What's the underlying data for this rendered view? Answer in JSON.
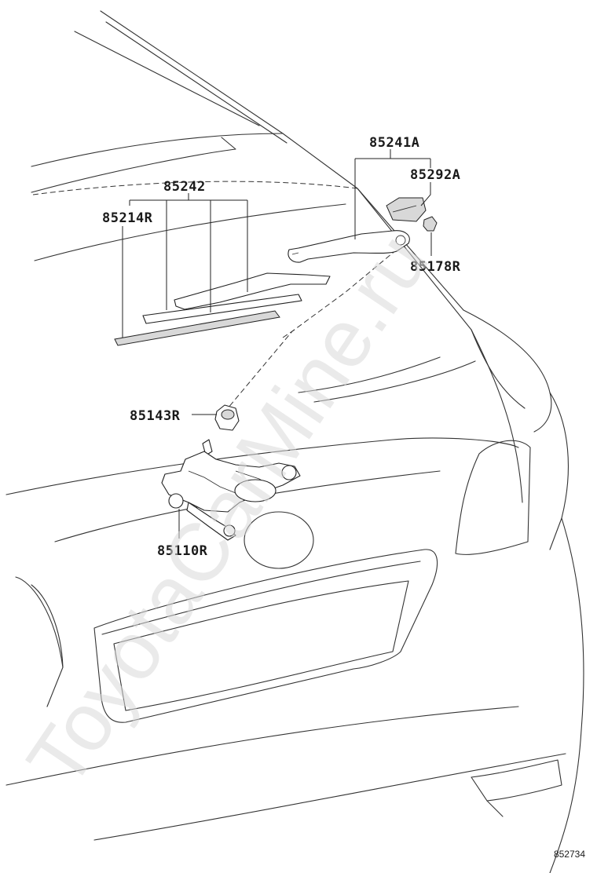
{
  "parts": [
    {
      "id": "85241a",
      "number": "85241A"
    },
    {
      "id": "85292a",
      "number": "85292A"
    },
    {
      "id": "85242",
      "number": "85242"
    },
    {
      "id": "85214r",
      "number": "85214R"
    },
    {
      "id": "85178r",
      "number": "85178R"
    },
    {
      "id": "85143r",
      "number": "85143R"
    },
    {
      "id": "85110r",
      "number": "85110R"
    }
  ],
  "diagram_ref": "852734",
  "watermark": "ToyotaCarMine.ru"
}
